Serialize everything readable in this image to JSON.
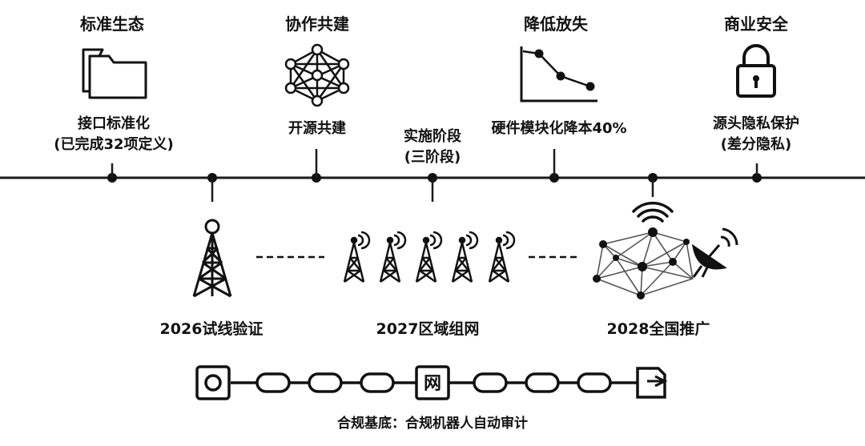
{
  "top_pillars": [
    {
      "heading": "标准生态",
      "line1": "接口标准化",
      "line2": "(已完成32项定义)",
      "icon": "folder-icon"
    },
    {
      "heading": "协作共建",
      "line1": "开源共建",
      "line2": "",
      "icon": "network-icon"
    },
    {
      "heading": "降低放失",
      "line1": "硬件模块化降本40%",
      "line2": "",
      "icon": "declining-chart-icon"
    },
    {
      "heading": "商业安全",
      "line1": "源头隐私保护",
      "line2": "(差分隐私)",
      "icon": "padlock-icon"
    }
  ],
  "middle_label": {
    "line1": "实施阶段",
    "line2": "(三阶段)"
  },
  "phases": [
    {
      "label": "2026试线验证",
      "icon": "single-tower-icon"
    },
    {
      "label": "2027区域组网",
      "icon": "multi-tower-icon"
    },
    {
      "label": "2028全国推广",
      "icon": "national-network-icon"
    }
  ],
  "chain": {
    "center_glyph": "网",
    "caption": "合规基底：合规机器人自动审计"
  },
  "colors": {
    "ink": "#111111",
    "line": "#1a1a1a",
    "background": "#ffffff"
  }
}
